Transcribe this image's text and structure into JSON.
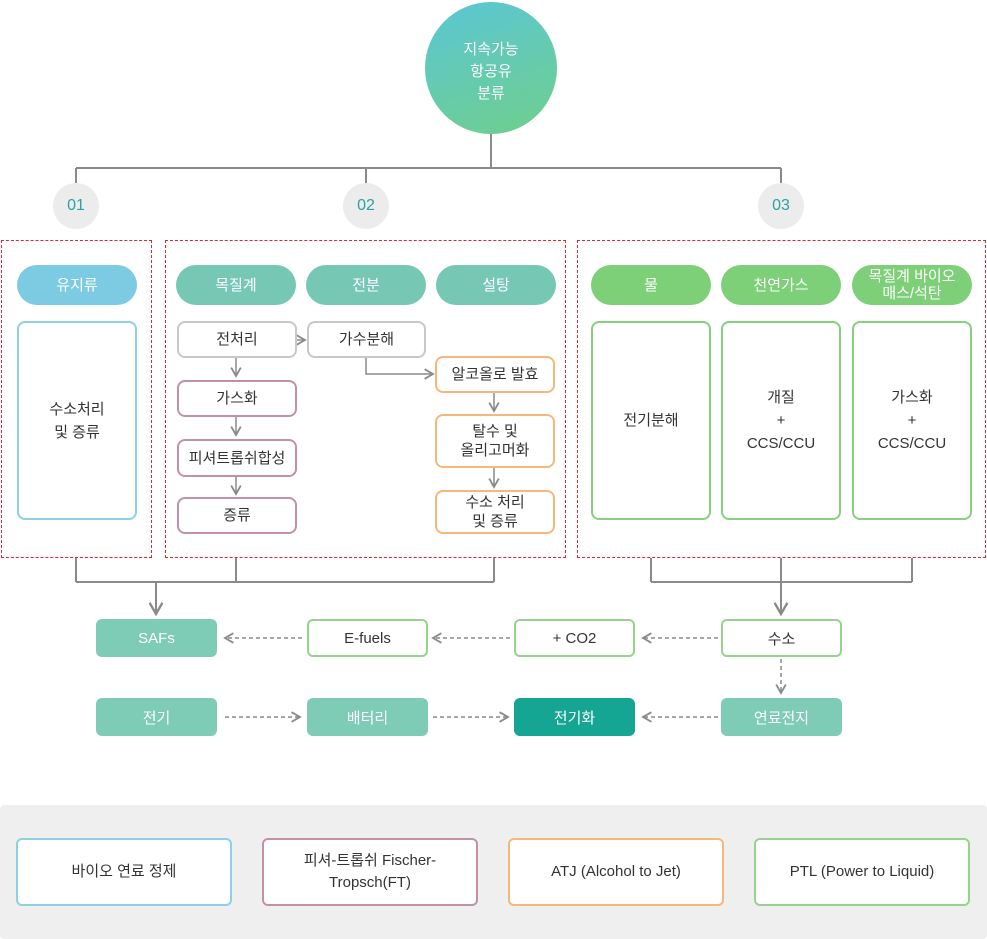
{
  "root": {
    "lines": [
      "지속가능",
      "항공유",
      "분류"
    ]
  },
  "categories": [
    {
      "number": "01"
    },
    {
      "number": "02"
    },
    {
      "number": "03"
    }
  ],
  "category1": {
    "pill": "유지류",
    "card": [
      "수소처리",
      "및 증류"
    ]
  },
  "category2": {
    "pills": [
      "목질계",
      "전분",
      "설탕"
    ],
    "ft_steps": [
      "전처리",
      "가스화",
      "피셔트롭쉬합성",
      "증류"
    ],
    "starch_step": "가수분해",
    "atj_steps": [
      [
        "알코올로 발효"
      ],
      [
        "탈수 및",
        "올리고머화"
      ],
      [
        "수소 처리",
        "및 증류"
      ]
    ]
  },
  "category3": {
    "pills": [
      [
        "물"
      ],
      [
        "천연가스"
      ],
      [
        "목질계 바이오",
        "매스/석탄"
      ]
    ],
    "cards": [
      [
        "전기분해"
      ],
      [
        "개질",
        "+",
        "CCS/CCU"
      ],
      [
        "가스화",
        "+",
        "CCS/CCU"
      ]
    ]
  },
  "flow": {
    "safs": "SAFs",
    "efuels": "E-fuels",
    "co2": "+ CO2",
    "hydrogen": "수소",
    "electricity": "전기",
    "battery": "배터리",
    "electrification": "전기화",
    "fuel_cell": "연료전지"
  },
  "legend": [
    {
      "lines": [
        "바이오 연료 정제"
      ],
      "color": "#8ed0e4"
    },
    {
      "lines": [
        "피셔-트롭쉬 Fischer-",
        "Tropsch(FT)"
      ],
      "color": "#c490a6"
    },
    {
      "lines": [
        "ATJ (Alcohol to Jet)"
      ],
      "color": "#f7b77a"
    },
    {
      "lines": [
        "PTL (Power to Liquid)"
      ],
      "color": "#96d38c"
    }
  ],
  "colors": {
    "teal_dark": "#14a593",
    "teal_light": "#7ecbb6",
    "dashed_region": "#d9282f",
    "number_text": "#2aa2a2"
  }
}
